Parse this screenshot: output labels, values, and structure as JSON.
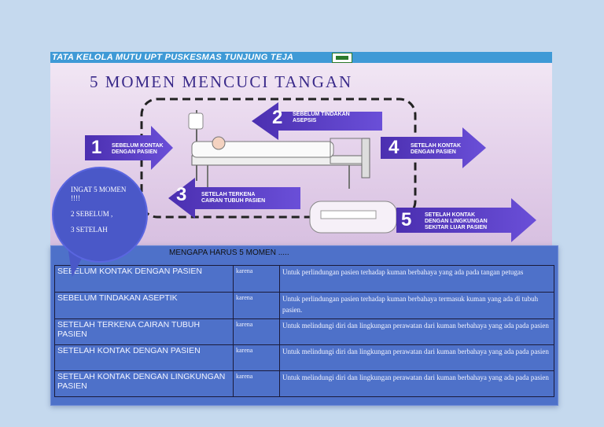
{
  "header": {
    "title": "TATA KELOLA MUTU UPT PUSKESMAS TUNJUNG TEJA"
  },
  "poster": {
    "headline": "5 MOMEN MENCUCI TANGAN",
    "moments": [
      {
        "number": "1",
        "label": "SEBELUM KONTAK\nDENGAN PASIEN"
      },
      {
        "number": "2",
        "label": "SEBELUM TINDAKAN\nASEPSIS"
      },
      {
        "number": "3",
        "label": "SETELAH TERKENA\nCAIRAN TUBUH PASIEN"
      },
      {
        "number": "4",
        "label": "SETELAH KONTAK\nDENGAN PASIEN"
      },
      {
        "number": "5",
        "label": "SETELAH KONTAK\nDENGAN LINGKUNGAN\nSEKITAR LUAR PASIEN"
      }
    ]
  },
  "bubble": {
    "line1": "INGAT 5 MOMEN !!!!",
    "line2": "2 SEBELUM ,",
    "line3": "3 SETELAH"
  },
  "reasons": {
    "title": "MENGAPA  HARUS 5 MOMEN .....",
    "rows": [
      {
        "moment": "SEBELUM KONTAK DENGAN PASIEN",
        "connector": "karena",
        "reason": "Untuk perlindungan pasien terhadap kuman berbahaya yang ada pada tangan petugas"
      },
      {
        "moment": "SEBELUM TINDAKAN ASEPTIK",
        "connector": "karena",
        "reason": "Untuk perlindungan pasien terhadap kuman berbahaya termasuk kuman  yang ada di tubuh pasien."
      },
      {
        "moment": "SETELAH  TERKENA CAIRAN TUBUH PASIEN",
        "connector": "karena",
        "reason": "Untuk melindungi diri dan lingkungan perawatan dari kuman berbahaya yang ada pada pasien"
      },
      {
        "moment": "SETELAH KONTAK DENGAN PASIEN",
        "connector": "karena",
        "reason": "Untuk melindungi diri dan lingkungan perawatan dari kuman berbahaya yang ada pada pasien"
      },
      {
        "moment": "SETELAH KONTAK DENGAN LINGKUNGAN PASIEN",
        "connector": "karena",
        "reason": "Untuk melindungi diri dan lingkungan perawatan dari kuman berbahaya yang ada pada pasien"
      }
    ]
  },
  "colors": {
    "arrow": "#5a3fc0",
    "panel": "#4e71c9",
    "bubble": "#4a58c8",
    "header_bar": "#3f9ad6"
  }
}
